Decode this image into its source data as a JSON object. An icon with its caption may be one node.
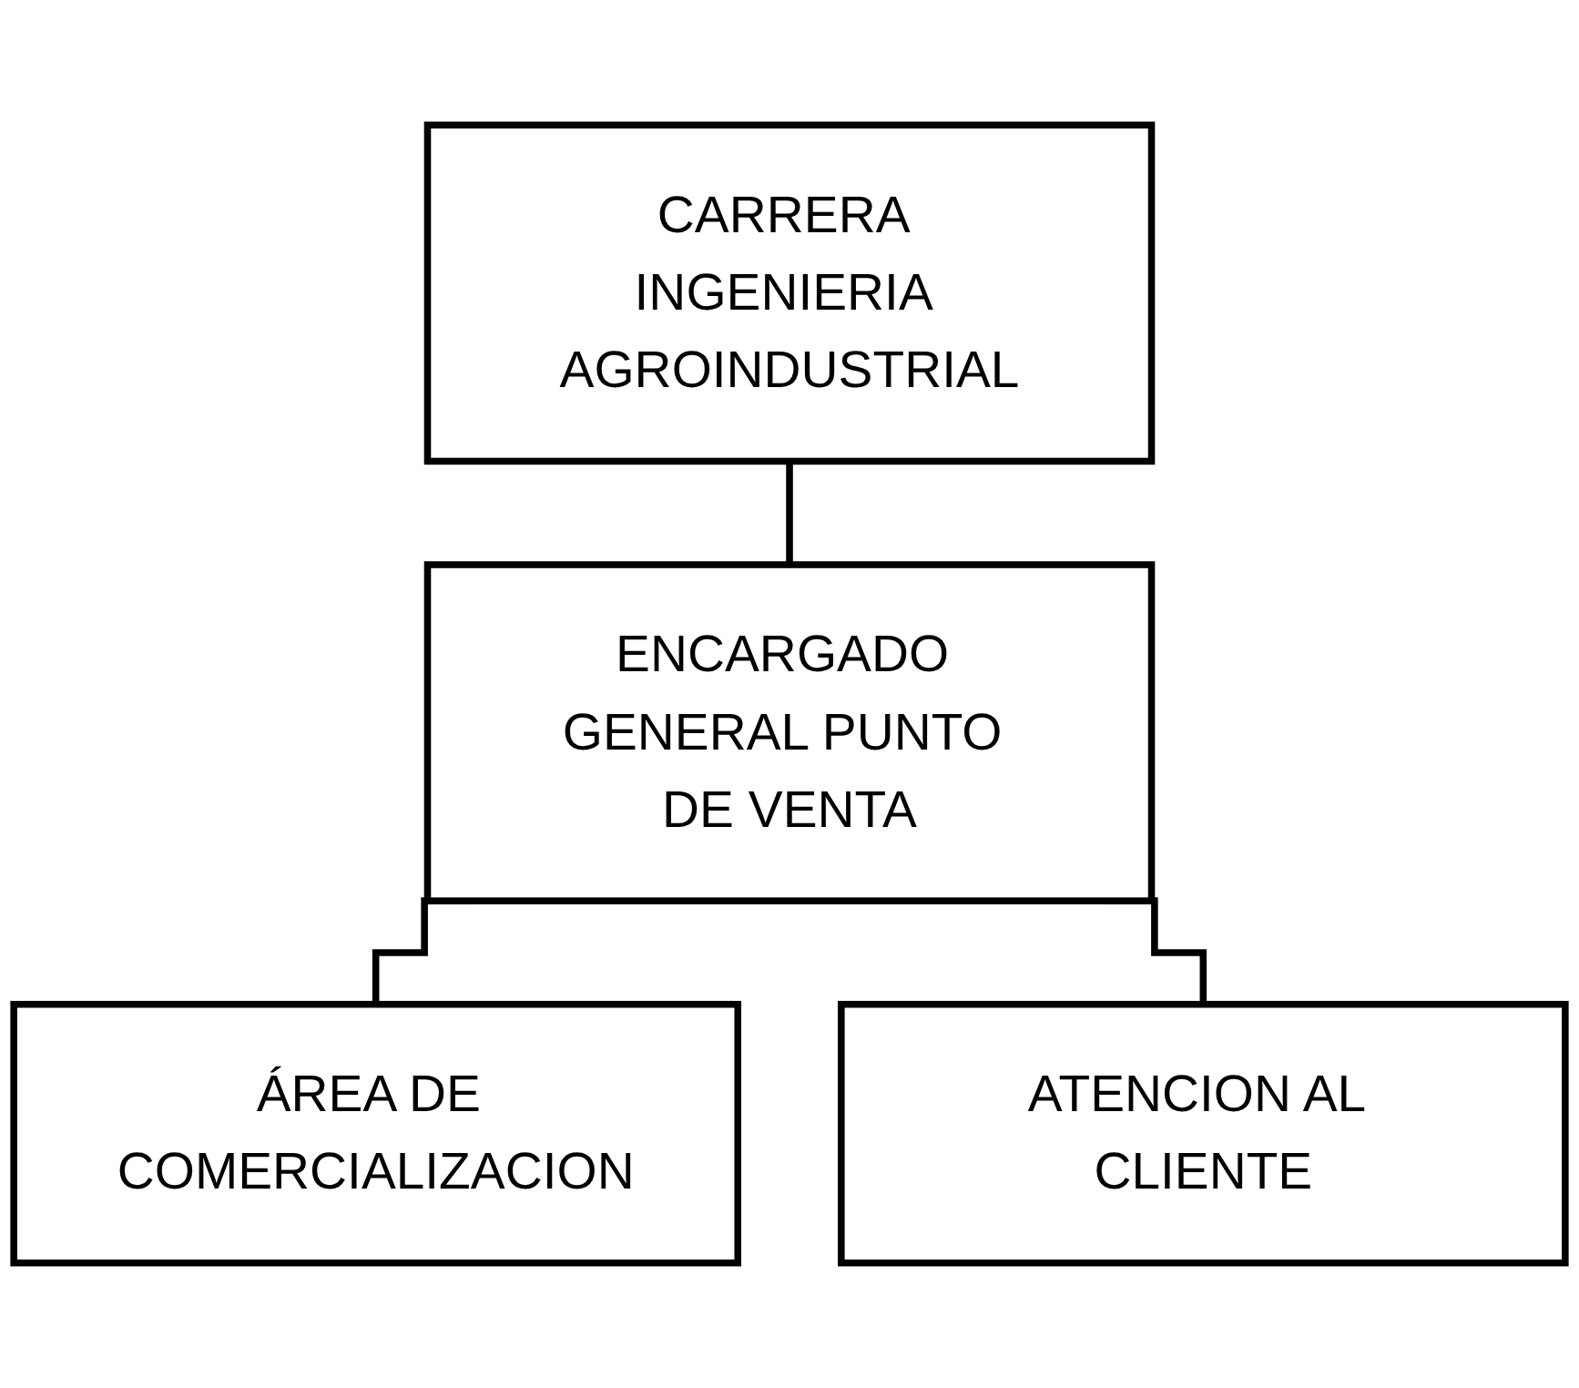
{
  "diagram": {
    "nodes": [
      {
        "text": [
          "CARRERA INGENIERIA AGROINDUSTRIAL"
        ]
      },
      {
        "text": [
          "ENCARGADO GENERAL PUNTO DE VENTA"
        ]
      },
      {
        "text": [
          "ÁREA DE COMERCIALIZACION"
        ]
      },
      {
        "text": [
          "ATENCION AL CLIENTE"
        ]
      }
    ],
    "edges": [
      {
        "from": 0,
        "to": 1,
        "arrow": "none"
      },
      {
        "from": 1,
        "to": 2,
        "arrow": "none"
      },
      {
        "from": 1,
        "to": 3,
        "arrow": "none"
      }
    ]
  }
}
